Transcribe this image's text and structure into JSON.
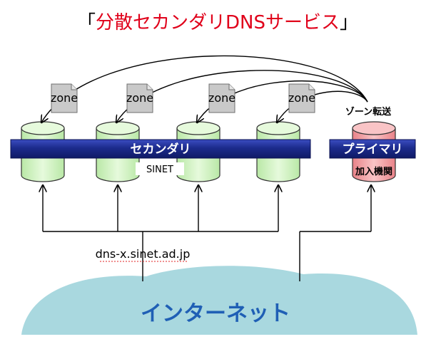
{
  "title": {
    "open_bracket": "「",
    "text": "分散セカンダリDNSサービス",
    "close_bracket": "」",
    "bracket_color": "#000000",
    "text_color": "#e0001a"
  },
  "zone_label": "zone",
  "zone_transfer_label": "ゾーン転送",
  "secondary_bar_label": "セカンダリ",
  "primary_bar_label": "プライマリ",
  "sinet_label": "SINET",
  "member_org_label": "加入機関",
  "dns_hostname": "dns-x.sinet.ad.jp",
  "internet_label": "インターネット",
  "colors": {
    "secondary_db_fill": "#d8f5c8",
    "primary_db_fill": "#f4a5a8",
    "bar_fill": "#1c2b8c",
    "cloud_fill": "#a9d8df",
    "internet_text": "#1f5fb5"
  }
}
